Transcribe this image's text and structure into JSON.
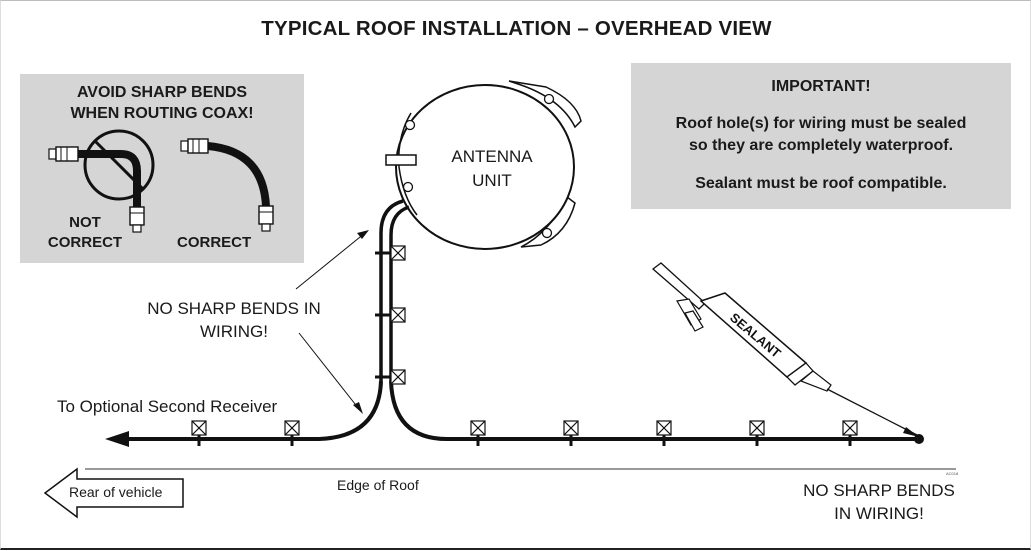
{
  "title": "TYPICAL ROOF INSTALLATION – OVERHEAD VIEW",
  "avoid_panel": {
    "heading_line1": "AVOID SHARP BENDS",
    "heading_line2": "WHEN ROUTING COAX!",
    "not_correct_line1": "NOT",
    "not_correct_line2": "CORRECT",
    "correct": "CORRECT"
  },
  "important_panel": {
    "heading": "IMPORTANT!",
    "line1": "Roof hole(s) for wiring must be sealed",
    "line2": "so they are completely waterproof.",
    "line3": "Sealant must be roof compatible."
  },
  "antenna": {
    "line1": "ANTENNA",
    "line2": "UNIT"
  },
  "callout_left": {
    "line1": "NO SHARP BENDS IN",
    "line2": "WIRING!"
  },
  "callout_right": {
    "line1": "NO SHARP BENDS",
    "line2": "IN WIRING!"
  },
  "second_receiver": "To Optional Second Receiver",
  "edge_of_roof": "Edge of Roof",
  "rear_of_vehicle": "Rear of vehicle",
  "sealant": "SEALANT",
  "figure_code": "AC018"
}
